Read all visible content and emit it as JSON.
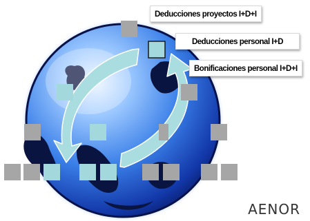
{
  "callouts": {
    "projects": "Deducciones proyectos I+D+I",
    "personnel": "Deducciones personal I+D",
    "bonuses": "Bonificaciones personal I+D+I"
  },
  "brand": "AENOR",
  "colors": {
    "globe_light": "#cfe6ff",
    "globe_mid": "#3a7fe8",
    "globe_dark": "#08185e",
    "land": "#0a1440",
    "cycle_arrows": "#a9dde0",
    "gray_square": "#a6a6a6",
    "teal_square": "#a3d8dc",
    "selected_square_border": "#1a1a1a"
  }
}
